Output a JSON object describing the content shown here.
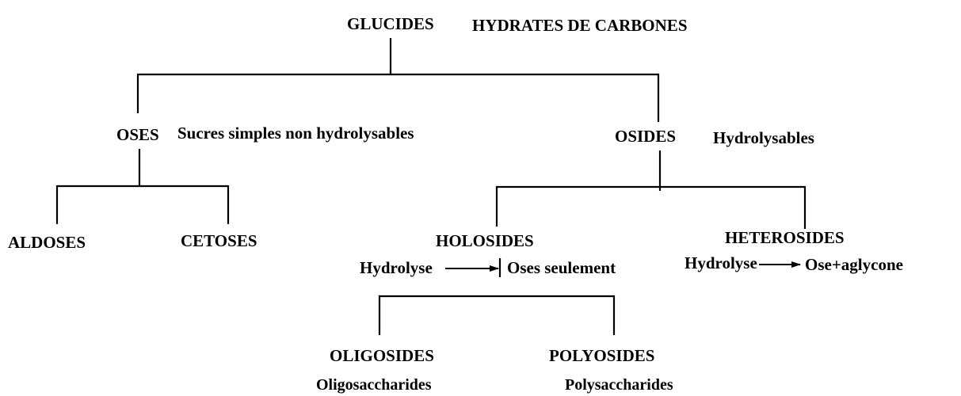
{
  "root": {
    "title": "GLUCIDES",
    "subtitle": "HYDRATES DE CARBONES"
  },
  "oses": {
    "title": "OSES",
    "subtitle": "Sucres simples non hydrolysables",
    "children": {
      "aldoses": "ALDOSES",
      "cetoses": "CETOSES"
    }
  },
  "osides": {
    "title": "OSIDES",
    "subtitle": "Hydrolysables",
    "holosides": {
      "title": "HOLOSIDES",
      "hydrolyse_label": "Hydrolyse",
      "result_label": "Oses seulement",
      "children": {
        "oligosides": {
          "title": "OLIGOSIDES",
          "subtitle": "Oligosaccharides"
        },
        "polyosides": {
          "title": "POLYOSIDES",
          "subtitle": "Polysaccharides"
        }
      }
    },
    "heterosides": {
      "title": "HETEROSIDES",
      "hydrolyse_label": "Hydrolyse",
      "result_label": "Ose+aglycone"
    }
  },
  "colors": {
    "ink": "#000000",
    "background": "#ffffff"
  }
}
